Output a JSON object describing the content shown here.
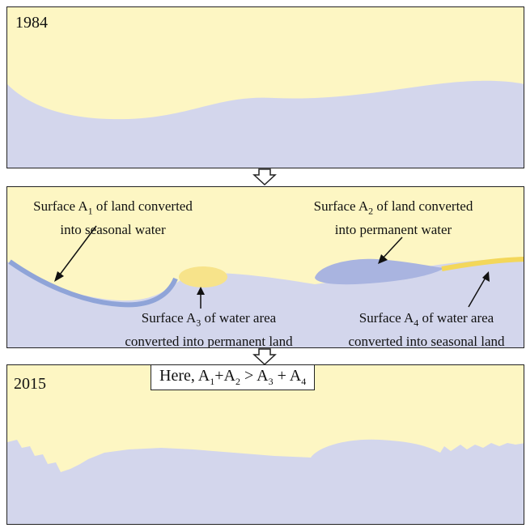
{
  "panel_1984": {
    "year": "1984"
  },
  "panel_change": {
    "a1": {
      "prefix": "Surface A",
      "sub": "1",
      "suffix": " of land converted",
      "line2": "into seasonal water"
    },
    "a2": {
      "prefix": "Surface A",
      "sub": "2",
      "suffix": " of land converted",
      "line2": "into permanent water"
    },
    "a3": {
      "prefix": "Surface A",
      "sub": "3",
      "suffix": " of water area",
      "line2": "converted into permanent land"
    },
    "a4": {
      "prefix": "Surface A",
      "sub": "4",
      "suffix": " of water area",
      "line2": "converted into seasonal land"
    }
  },
  "panel_2015": {
    "year": "2015",
    "formula": {
      "t1": "Here, A",
      "s1": "1",
      "t2": "+A",
      "s2": "2",
      "t3": " > A",
      "s3": "3",
      "t4": " + A",
      "s4": "4"
    }
  },
  "colors": {
    "land": "#fdf6c3",
    "water": "#d3d6ec",
    "seasonal_water": "#8fa4d8",
    "permanent_water": "#a9b4e0",
    "permanent_land": "#f7e38a",
    "seasonal_land": "#f3d75a"
  }
}
